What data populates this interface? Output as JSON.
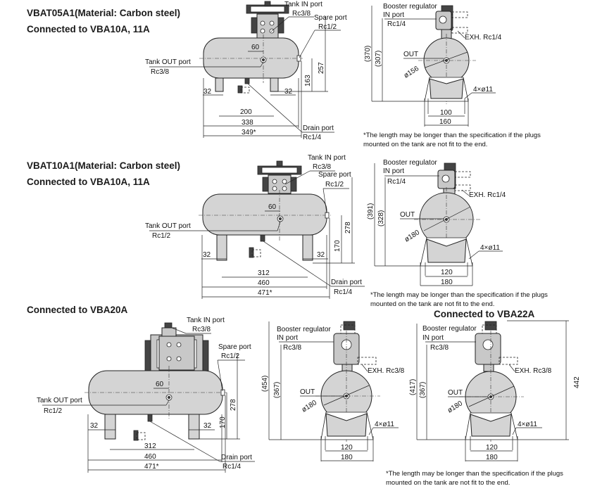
{
  "sections": [
    {
      "title_line1": "VBAT05A1(Material: Carbon steel)",
      "title_line2": "Connected to VBA10A, 11A",
      "front": {
        "tank_in_port": "Tank IN port",
        "tank_in_size": "Rc3/8",
        "spare_port": "Spare port",
        "spare_size": "Rc1/2",
        "tank_out_port": "Tank OUT port",
        "tank_out_size": "Rc3/8",
        "drain_port": "Drain port",
        "drain_size": "Rc1/4",
        "dim_60": "60",
        "dim_32_left": "32",
        "dim_32_right": "32",
        "dim_pitch": "200",
        "dim_length": "338",
        "dim_total": "349*",
        "dim_leg": "163",
        "dim_height": "257"
      },
      "side": {
        "booster_regulator": "Booster regulator",
        "in_port": "IN port",
        "in_size": "Rc1/4",
        "exh": "EXH. Rc1/4",
        "out": "OUT",
        "dia": "ø156",
        "dim_h1": "(370)",
        "dim_h2": "(307)",
        "holes": "4×ø11",
        "dim_w1": "100",
        "dim_w2": "160"
      },
      "note": [
        "*The length may be longer than the specification if the plugs",
        "mounted on the tank are not fit to the end."
      ]
    },
    {
      "title_line1": "VBAT10A1(Material: Carbon steel)",
      "title_line2": "Connected to VBA10A, 11A",
      "front": {
        "tank_in_port": "Tank IN port",
        "tank_in_size": "Rc3/8",
        "spare_port": "Spare port",
        "spare_size": "Rc1/2",
        "tank_out_port": "Tank OUT port",
        "tank_out_size": "Rc1/2",
        "drain_port": "Drain port",
        "drain_size": "Rc1/4",
        "dim_60": "60",
        "dim_32_left": "32",
        "dim_32_right": "32",
        "dim_pitch": "312",
        "dim_length": "460",
        "dim_total": "471*",
        "dim_leg": "170",
        "dim_height": "278"
      },
      "side": {
        "booster_regulator": "Booster regulator",
        "in_port": "IN port",
        "in_size": "Rc1/4",
        "exh": "EXH. Rc1/4",
        "out": "OUT",
        "dia": "ø180",
        "dim_h1": "(391)",
        "dim_h2": "(328)",
        "holes": "4×ø11",
        "dim_w1": "120",
        "dim_w2": "180"
      },
      "note": [
        "*The length may be longer than the specification if the plugs",
        "mounted on the tank are not fit to the end."
      ]
    },
    {
      "title_line1": "Connected to VBA20A",
      "front": {
        "tank_in_port": "Tank IN port",
        "tank_in_size": "Rc3/8",
        "spare_port": "Spare port",
        "spare_size": "Rc1/2",
        "tank_out_port": "Tank OUT port",
        "tank_out_size": "Rc1/2",
        "drain_port": "Drain port",
        "drain_size": "Rc1/4",
        "dim_60": "60",
        "dim_32_left": "32",
        "dim_32_right": "32",
        "dim_pitch": "312",
        "dim_length": "460",
        "dim_total": "471*",
        "dim_leg": "170",
        "dim_height": "278"
      },
      "side": {
        "booster_regulator": "Booster regulator",
        "in_port": "IN port",
        "in_size": "Rc3/8",
        "exh": "EXH. Rc3/8",
        "out": "OUT",
        "dia": "ø180",
        "dim_h1": "(454)",
        "dim_h2": "(367)",
        "holes": "4×ø11",
        "dim_w1": "120",
        "dim_w2": "180"
      }
    },
    {
      "title_line1": "Connected to VBA22A",
      "side": {
        "booster_regulator": "Booster regulator",
        "in_port": "IN port",
        "in_size": "Rc3/8",
        "exh": "EXH. Rc3/8",
        "out": "OUT",
        "dia": "ø180",
        "dim_h1": "(417)",
        "dim_h2": "(367)",
        "dim_h3": "442",
        "holes": "4×ø11",
        "dim_w1": "120",
        "dim_w2": "180"
      },
      "note": [
        "*The length may be longer than the specification if the plugs",
        "mounted on the tank are not fit to the end."
      ]
    }
  ]
}
